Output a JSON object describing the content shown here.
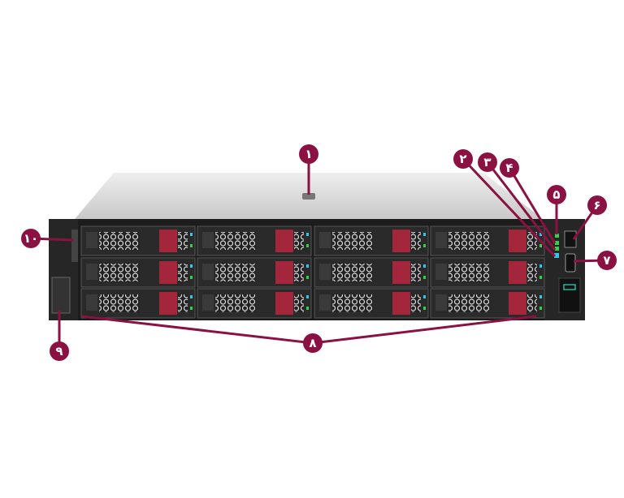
{
  "colors": {
    "callout": "#8c1143",
    "chassis": "#1c1c1c",
    "drive_latch": "#a3263a",
    "led_green": "#2fd24a",
    "led_blue": "#33c6e8",
    "top_cover": "#dcdcdc"
  },
  "drive_bays": {
    "rows": 3,
    "columns": 4
  },
  "callouts": [
    {
      "label": "۱"
    },
    {
      "label": "۲"
    },
    {
      "label": "۳"
    },
    {
      "label": "۴"
    },
    {
      "label": "۵"
    },
    {
      "label": "۶"
    },
    {
      "label": "۷"
    },
    {
      "label": "۸"
    },
    {
      "label": "۹"
    },
    {
      "label": "۱۰"
    }
  ]
}
